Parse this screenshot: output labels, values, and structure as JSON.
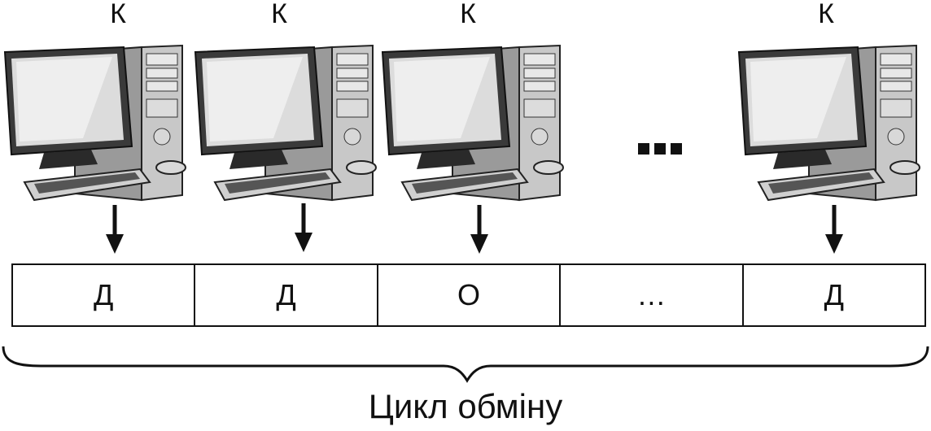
{
  "computer_label": "К",
  "slots": [
    "Д",
    "Д",
    "О",
    "…",
    "Д"
  ],
  "caption": "Цикл обміну",
  "colors": {
    "ink": "#111111",
    "screen": "#e4e4e4",
    "case": "#c8c8c8",
    "dark": "#2a2a2a"
  },
  "icons": [
    "computer-icon",
    "down-arrow-icon",
    "ellipsis-icon",
    "brace-icon"
  ]
}
